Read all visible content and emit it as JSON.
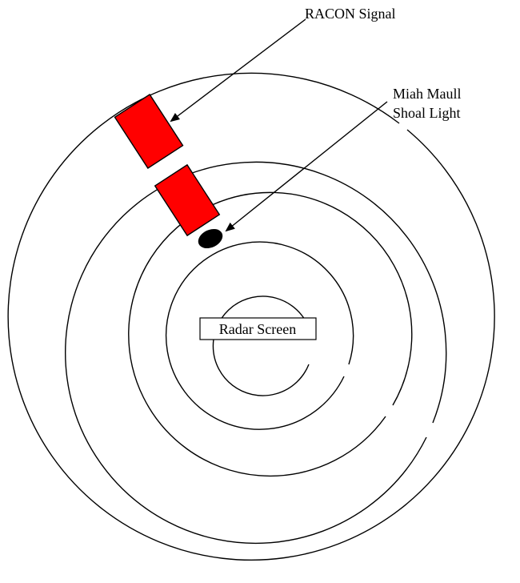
{
  "labels": {
    "racon": "RACON Signal",
    "light_line1": "Miah Maull",
    "light_line2": "Shoal Light",
    "center": "Radar Screen"
  },
  "colors": {
    "ring": "#000000",
    "racon_fill": "#ff0000",
    "light_fill": "#000000",
    "arrow": "#000000",
    "background": "#ffffff"
  }
}
